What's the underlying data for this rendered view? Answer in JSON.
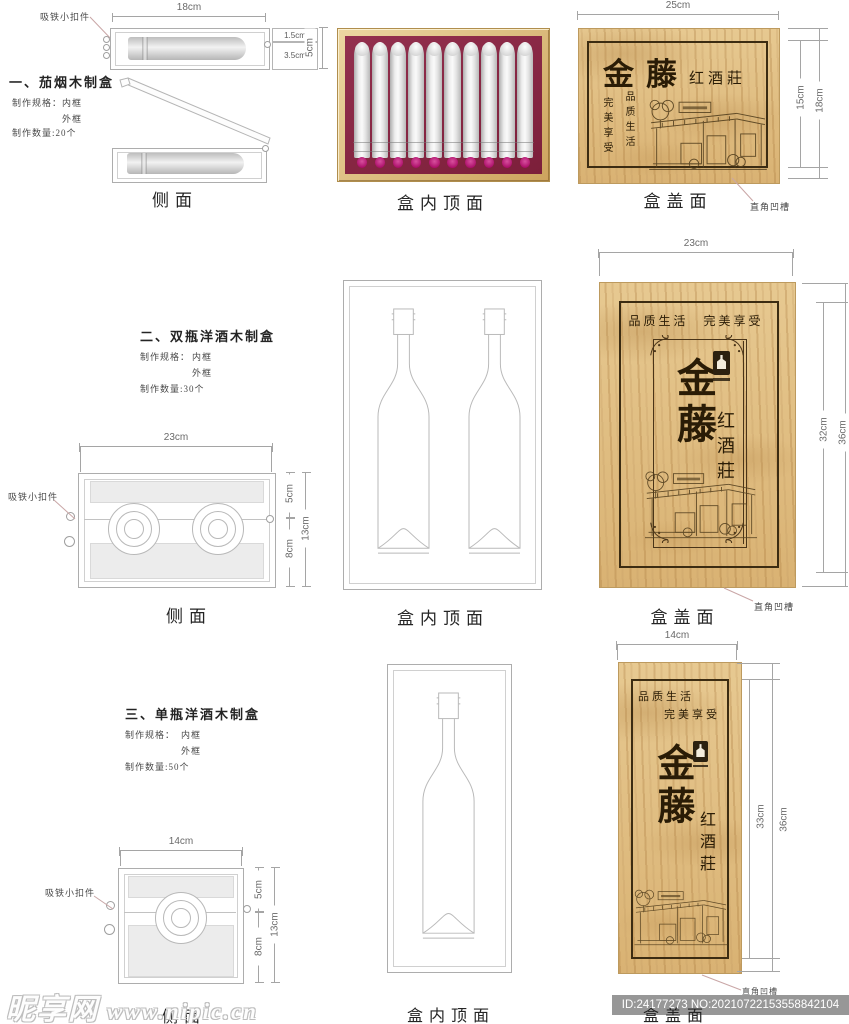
{
  "watermark": {
    "site_name": "昵享网",
    "site_url": "www.nipic.cn",
    "image_id": "ID:24177273 NO:20210722153558842104"
  },
  "shared_labels": {
    "side_view": "侧面",
    "inner_top_view": "盒内顶面",
    "cover_view": "盒盖面",
    "clasp_note": "吸铁小扣件",
    "groove_note": "直角凹槽",
    "spec_label": "制作规格：",
    "spec_inner": "内框",
    "spec_outer": "外框"
  },
  "brand": {
    "name": "金藤",
    "type_suffix": "红酒莊",
    "slogan_quality": "品质生活",
    "slogan_enjoy": "完美享受",
    "slogan_line": "品质生活　完美享受"
  },
  "colors": {
    "wood_light": "#e7c991",
    "wood_dark": "#b98d52",
    "engraving": "#2a1c06",
    "maroon": "#872844",
    "gold_frame": "#d9bc80",
    "cigar_tip_magenta": "#c01277",
    "line_gray": "#a8a8a8"
  },
  "sections": [
    {
      "title": "一、茄烟木制盒",
      "quantity": "制作数量:20个",
      "side": {
        "width": "18cm",
        "lid_depth": "1.5cm",
        "base_depth": "3.5cm",
        "total_depth": "5cm"
      },
      "inner_top": {
        "cigar_count": 10
      },
      "cover": {
        "width": "25cm",
        "inner_height": "15cm",
        "outer_height": "18cm"
      }
    },
    {
      "title": "二、双瓶洋酒木制盒",
      "quantity": "制作数量:30个",
      "side": {
        "width": "23cm",
        "top_depth": "5cm",
        "bottom_depth": "8cm",
        "total_depth": "13cm"
      },
      "cover": {
        "width": "23cm",
        "inner_height": "32cm",
        "outer_height": "36cm"
      }
    },
    {
      "title": "三、单瓶洋酒木制盒",
      "quantity": "制作数量:50个",
      "side": {
        "width": "14cm",
        "top_depth": "5cm",
        "bottom_depth": "8cm",
        "total_depth": "13cm"
      },
      "cover": {
        "width": "14cm",
        "inner_height": "33cm",
        "outer_height": "36cm"
      }
    }
  ]
}
